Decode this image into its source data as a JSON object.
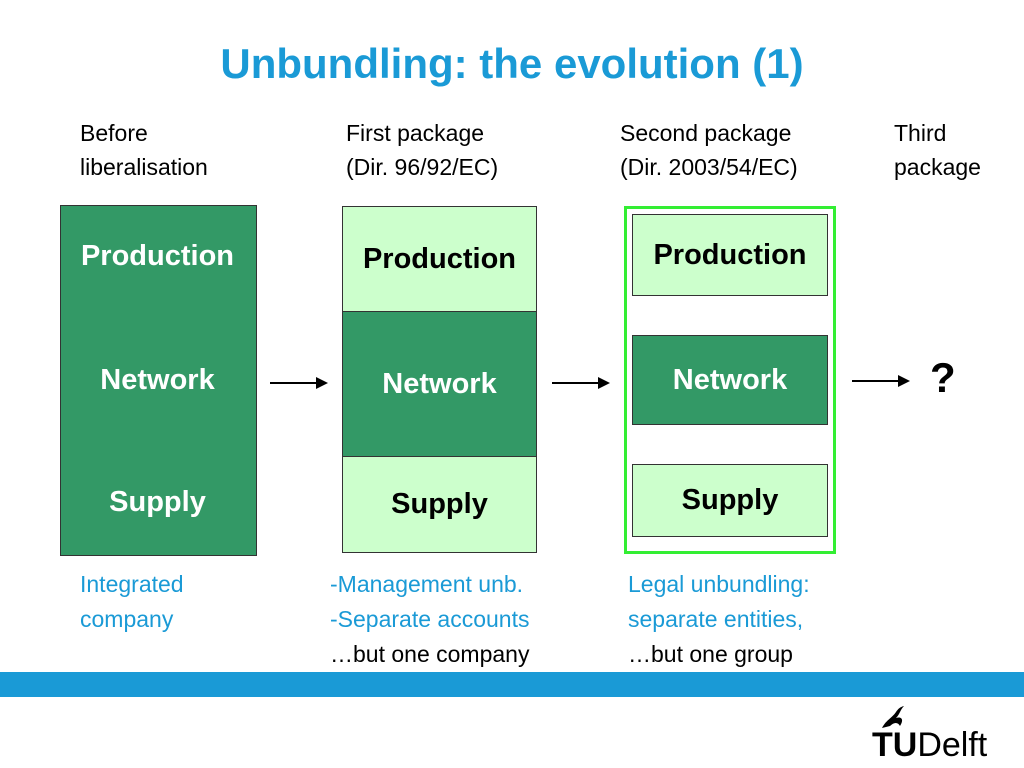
{
  "title": "Unbundling: the evolution (1)",
  "stages": [
    {
      "line1": "Before",
      "line2": "liberalisation"
    },
    {
      "line1": "First package",
      "line2": "(Dir. 96/92/EC)"
    },
    {
      "line1": "Second package",
      "line2": "(Dir. 2003/54/EC)"
    },
    {
      "line1": "Third",
      "line2": "package"
    }
  ],
  "blocks": {
    "production": "Production",
    "network": "Network",
    "supply": "Supply"
  },
  "unknown_mark": "?",
  "captions": {
    "before": {
      "line1": "Integrated",
      "line2": "company"
    },
    "first": {
      "line1": "-Management unb.",
      "line2": "-Separate accounts",
      "line3": "…but one company"
    },
    "second": {
      "line1": "Legal unbundling:",
      "line2": "separate entities,",
      "line3": "…but one group"
    }
  },
  "logo": {
    "tu": "TU",
    "delft": "Delft"
  },
  "colors": {
    "title_blue": "#1a9ad6",
    "dark_green": "#339966",
    "light_green": "#ccffcc",
    "outline_green": "#33ee33",
    "band_blue": "#1a9ad6"
  }
}
